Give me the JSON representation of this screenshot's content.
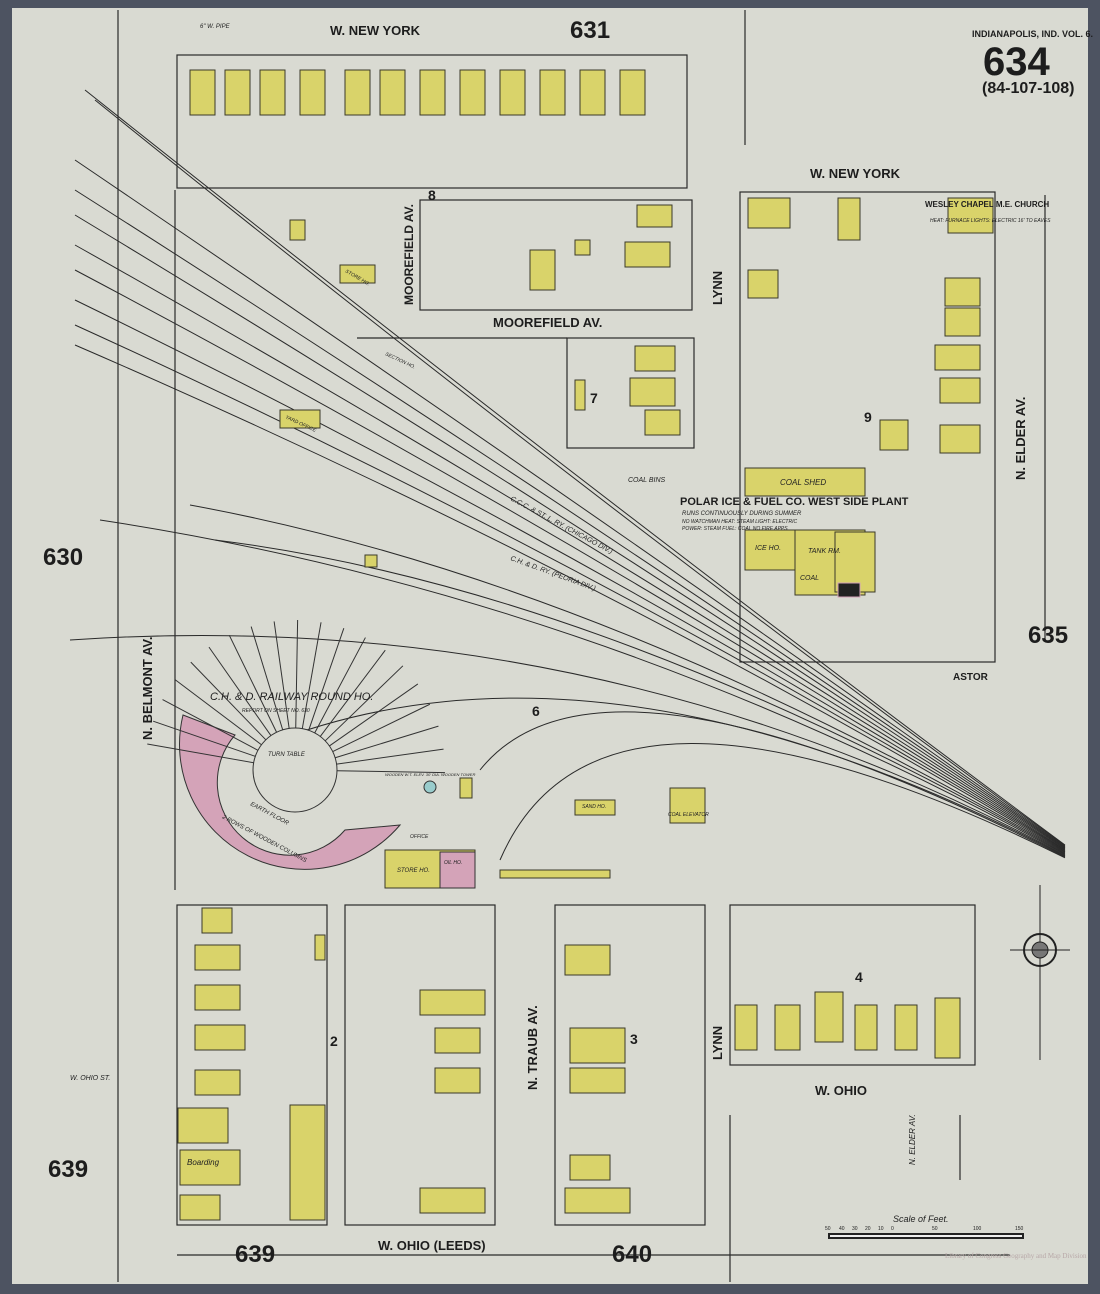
{
  "header": {
    "city": "INDIANAPOLIS, IND. VOL. 6.",
    "sheet": "634",
    "sheet_refs": "(84-107-108)"
  },
  "adjacent_sheets": {
    "top": "631",
    "left": "630",
    "right": "635",
    "bottom_left": "639",
    "bottom_left_edge": "639",
    "bottom_mid": "640"
  },
  "streets": {
    "w_new_york_top": "W. NEW YORK",
    "w_new_york_right": "W. NEW YORK",
    "n_belmont": "N. BELMONT AV.",
    "moorefield_v": "MOOREFIELD AV.",
    "moorefield_h": "MOOREFIELD AV.",
    "lynn_top": "LYNN",
    "lynn_bottom": "LYNN",
    "n_elder": "N. ELDER AV.",
    "n_elder_small": "N. ELDER AV.",
    "astor": "ASTOR",
    "n_traub": "N. TRAUB AV.",
    "w_ohio_right": "W. OHIO",
    "w_ohio_bottom": "W. OHIO (LEEDS)",
    "w_ohio_st": "W. OHIO ST."
  },
  "blocks": [
    "8",
    "7",
    "9",
    "6",
    "2",
    "3",
    "4"
  ],
  "labels": {
    "church_name": "WESLEY CHAPEL M.E. CHURCH",
    "church_notes": "HEAT: FURNACE LIGHTS: ELECTRIC 16' TO EAVES",
    "polar_ice": "POLAR ICE & FUEL CO. WEST SIDE PLANT",
    "polar_notes1": "RUNS CONTINUOUSLY DURING SUMMER",
    "polar_notes2": "NO WATCHMAN  HEAT: STEAM  LIGHT: ELECTRIC",
    "polar_notes3": "POWER: STEAM  FUEL: COAL  NO FIRE APPS",
    "coal_shed": "COAL SHED",
    "coal_bins": "COAL BINS",
    "ice_ho": "ICE HO.",
    "tank_rm": "TANK RM.",
    "coal": "COAL",
    "ccc_rr": "C.C.C. & ST. L. RY. (CHICAGO DIV.)",
    "chd_rr": "C.H. & D. RY. (PEORIA DIV.)",
    "roundhouse": "C.H. & D. RAILWAY ROUND HO.",
    "roundhouse_note": "REPORT ON SHEET NO. 630",
    "turn_table": "TURN TABLE",
    "earth_floor": "EARTH FLOOR",
    "columns": "2 ROWS OF WOODEN COLUMNS",
    "wooden_tank": "WOODEN W.T. ELEV. 30' DIA. WOODEN TOWER",
    "sand_ho": "SAND HO.",
    "coal_elevator": "COAL ELEVATOR",
    "office": "OFFICE",
    "store_ho": "STORE HO.",
    "oil_ho": "OIL HO.",
    "store_ho_top": "STORE HO.",
    "yard_office": "YARD OFFICE",
    "section_ho": "SECTION HO.",
    "boarding": "Boarding",
    "gw_pipe": "6\" W. PIPE"
  },
  "scale": {
    "title": "Scale of Feet.",
    "ticks": [
      "50",
      "40",
      "30",
      "20",
      "10",
      "0",
      "50",
      "100",
      "150"
    ]
  },
  "stamp": "Library of Congress Geography and Map Division",
  "colors": {
    "paper": "#d9dad2",
    "frame": "#4d5361",
    "dwelling": "#d9d36a",
    "brick": "#d4a3b8"
  }
}
